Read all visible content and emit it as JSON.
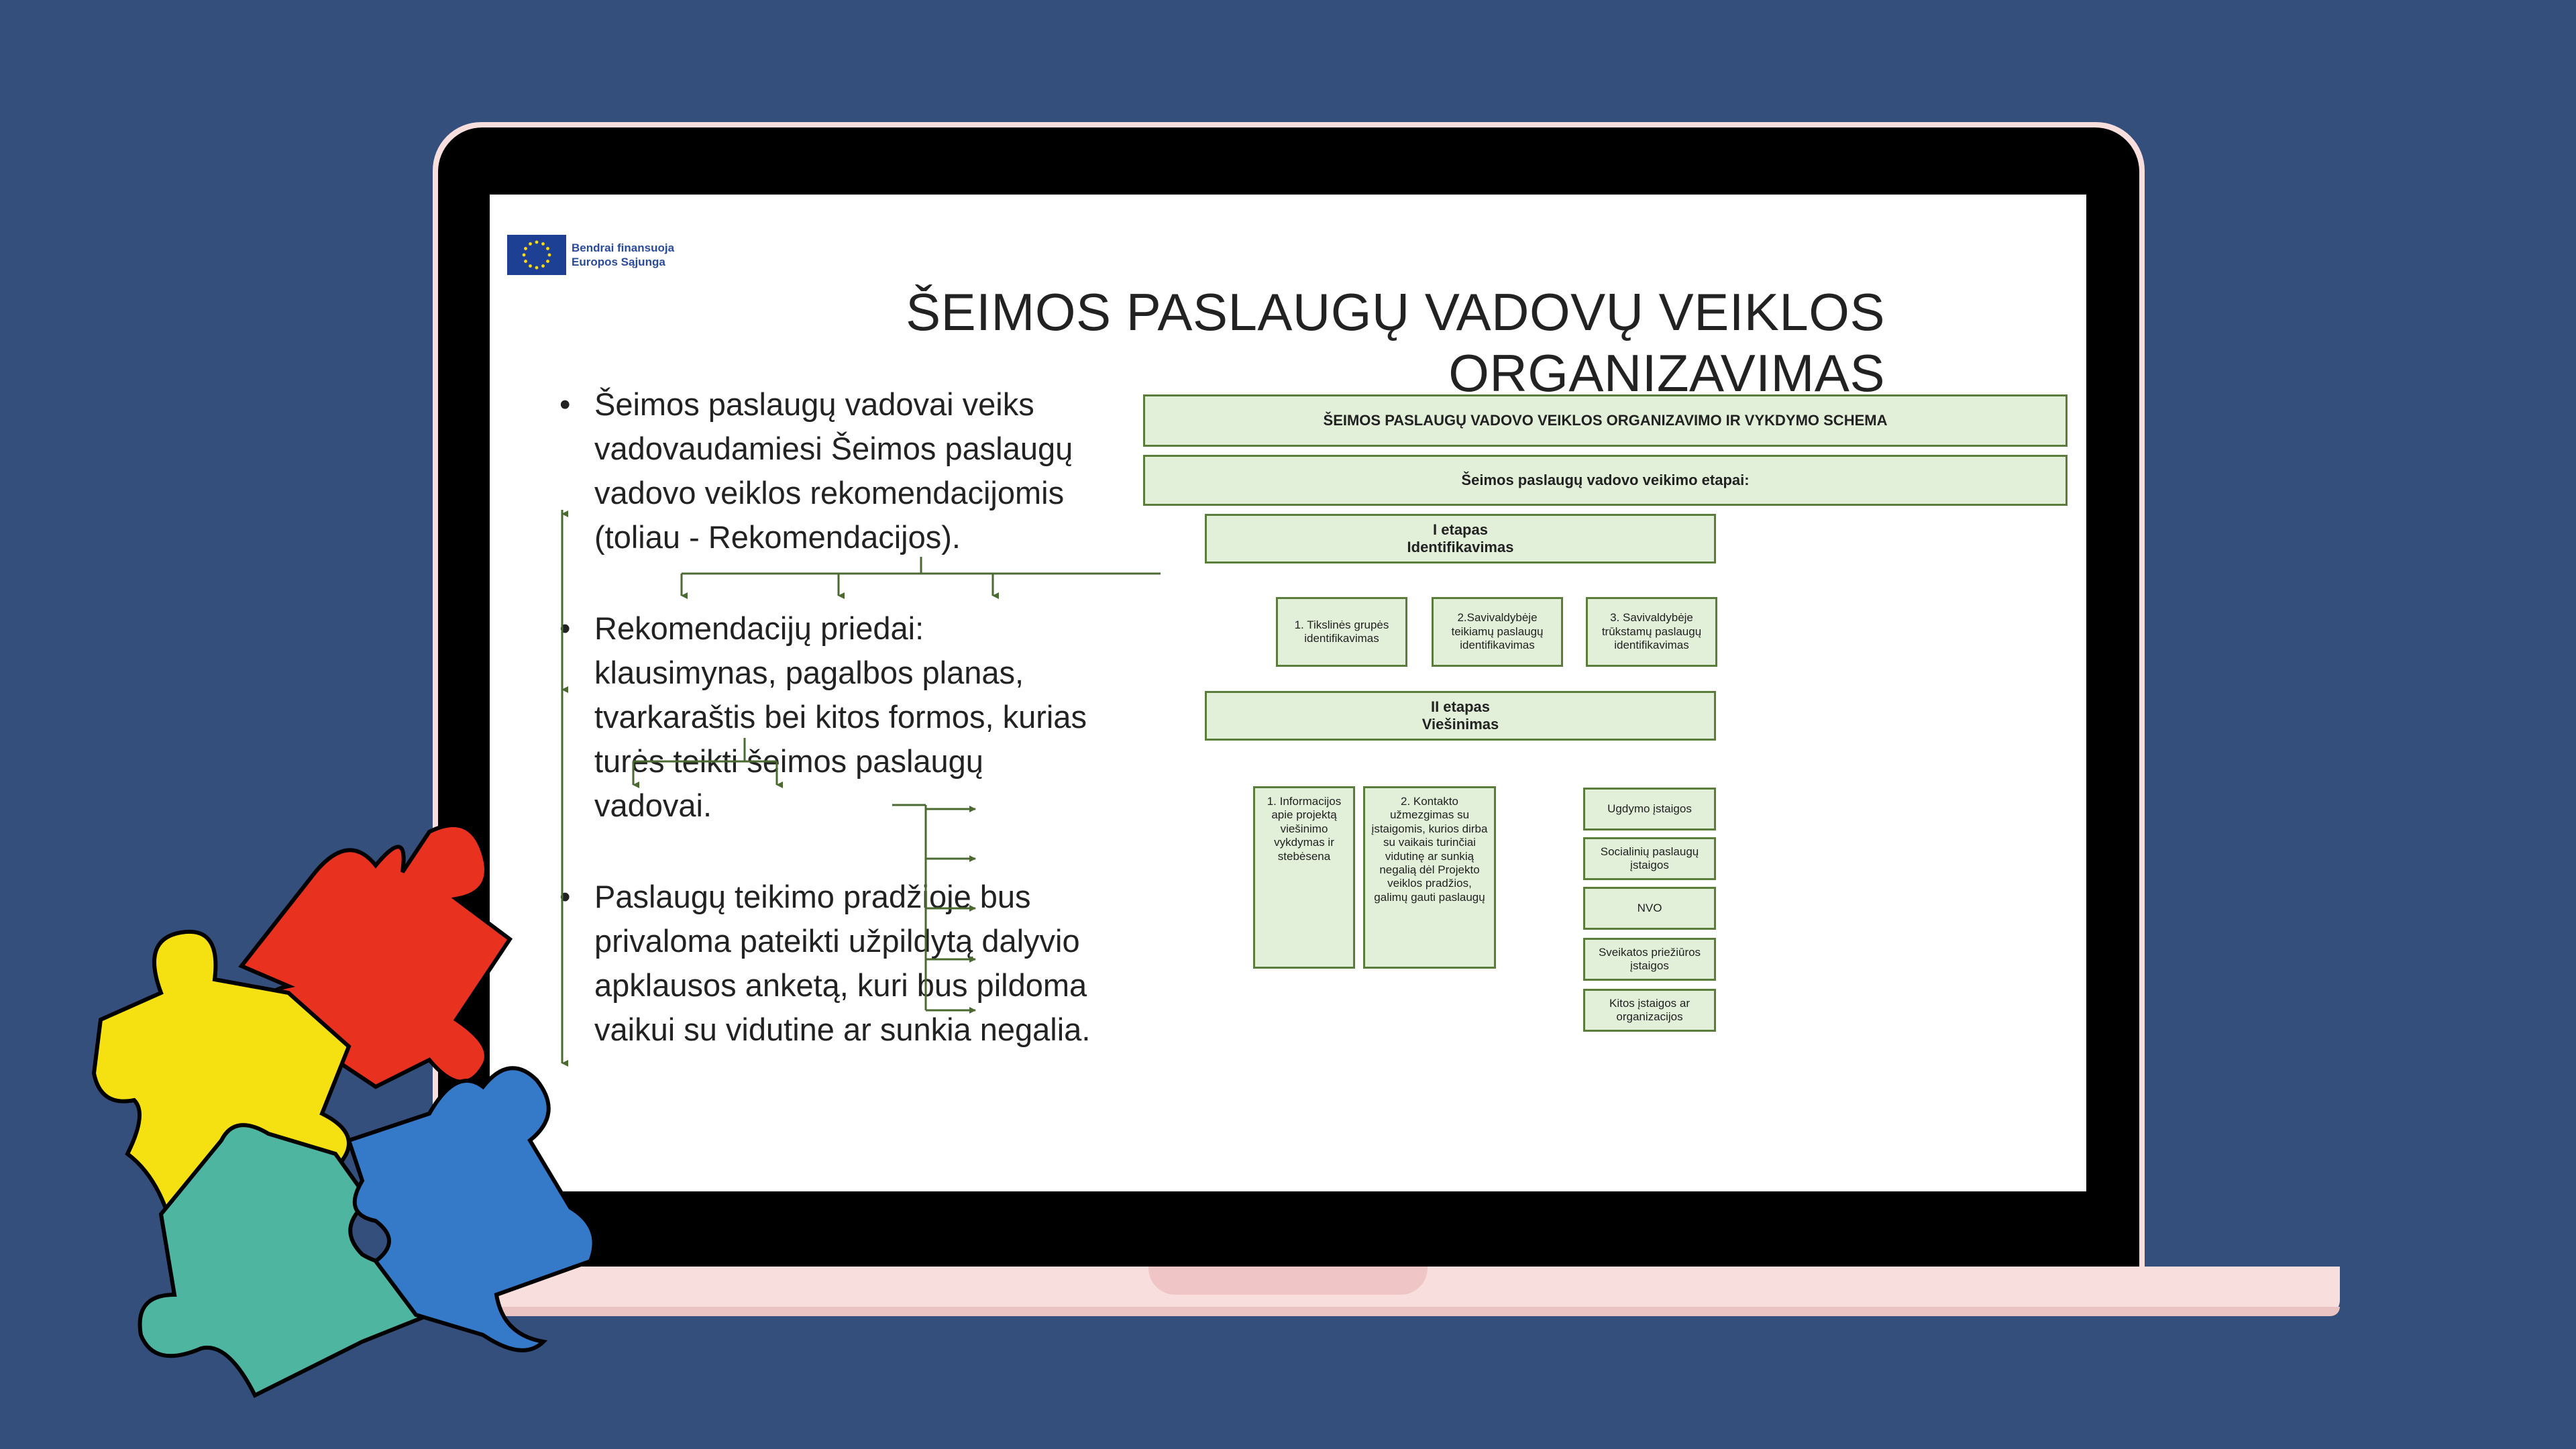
{
  "slide": {
    "eu_logo_line1": "Bendrai finansuoja",
    "eu_logo_line2": "Europos Sąjunga",
    "title": "ŠEIMOS PASLAUGŲ VADOVŲ VEIKLOS ORGANIZAVIMAS",
    "bullets": [
      "Šeimos paslaugų vadovai veiks vadovaudamiesi Šeimos paslaugų vadovo veiklos rekomendacijomis (toliau - Rekomendacijos).",
      "Rekomendacijų priedai: klausimynas, pagalbos planas, tvarkaraštis bei kitos formos, kurias turės teikti šeimos paslaugų vadovai.",
      "Paslaugų teikimo pradžioje bus privaloma pateikti užpildytą dalyvio apklausos anketą, kuri bus pildoma vaikui su vidutine ar sunkia negalia."
    ]
  },
  "schema": {
    "header": "ŠEIMOS PASLAUGŲ VADOVO VEIKLOS ORGANIZAVIMO IR VYKDYMO SCHEMA",
    "subheader": "Šeimos paslaugų vadovo veikimo etapai:",
    "stage1_label": "I etapas",
    "stage1_name": "Identifikavimas",
    "stage1_items": [
      "1. Tikslinės grupės identifikavimas",
      "2.Savivaldybėje teikiamų paslaugų identifikavimas",
      "3. Savivaldybėje trūkstamų paslaugų identifikavimas"
    ],
    "stage2_label": "II etapas",
    "stage2_name": "Viešinimas",
    "stage2_item1": "1. Informacijos apie projektą viešinimo vykdymas ir stebėsena",
    "stage2_item2": "2. Kontakto užmezgimas su įstaigomis, kurios dirba su vaikais turinčiai vidutinę ar sunkią negalią dėl Projekto veiklos pradžios, galimų gauti paslaugų",
    "institutions": [
      "Ugdymo įstaigos",
      "Socialinių paslaugų įstaigos",
      "NVO",
      "Sveikatos priežiūros įstaigos",
      "Kitos įstaigos ar organizacijos"
    ]
  },
  "colors": {
    "background": "#354f7d",
    "laptop_frame": "#f8dedd",
    "schema_fill": "#e2efd9",
    "schema_border": "#5b7d3c",
    "eu_blue": "#1d3f94",
    "puzzle_red": "#e8311f",
    "puzzle_yellow": "#f5e012",
    "puzzle_teal": "#4db5a0",
    "puzzle_blue": "#3579c9"
  }
}
